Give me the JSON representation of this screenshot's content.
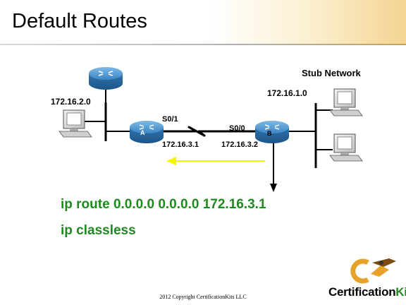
{
  "slide": {
    "title": "Default Routes"
  },
  "diagram": {
    "network_left": "172.16.2.0",
    "network_right": "172.16.1.0",
    "stub_label": "Stub Network",
    "router_a": {
      "name": "A",
      "interface": "S0/1",
      "ip": "172.16.3.1"
    },
    "router_b": {
      "name": "B",
      "interface": "S0/0",
      "ip": "172.16.3.2"
    }
  },
  "commands": {
    "line1": "ip route 0.0.0.0 0.0.0.0 172.16.3.1",
    "line2": "ip classless"
  },
  "footer": {
    "copyright": "2012 Copyright CertificationKits  LLC"
  },
  "logo": {
    "part1": "Certification",
    "part2": "Kits",
    "colors": {
      "part1": "#000000",
      "part2": "#1e8a1e",
      "accent": "#e8a22a"
    }
  },
  "colors": {
    "router_body": "#3a86c5",
    "command_text": "#1e8a1e",
    "arrow_yellow": "#f5f500"
  }
}
